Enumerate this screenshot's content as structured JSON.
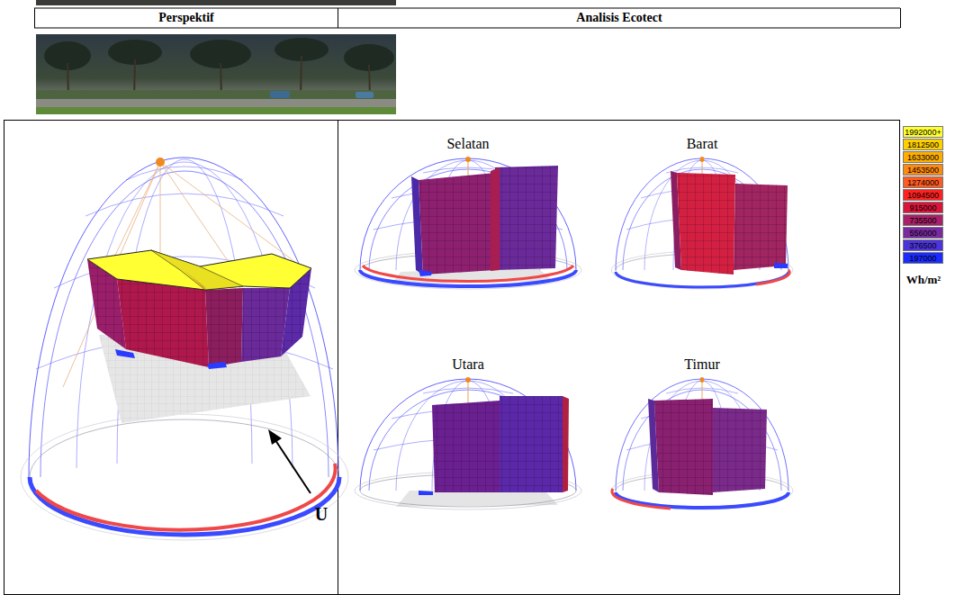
{
  "diagram": {
    "labels": [
      "Perspektif",
      "Analisis Ecotect",
      "U",
      "Selatan",
      "Barat",
      "Utara",
      "Timur",
      "Wh/m²"
    ],
    "legend": [
      {
        "text": "1992000+",
        "color": "#ffff33"
      },
      {
        "text": "1812500",
        "color": "#ffd000"
      },
      {
        "text": "1633000",
        "color": "#ffae00"
      },
      {
        "text": "1453500",
        "color": "#ff8a10"
      },
      {
        "text": "1274000",
        "color": "#ff5a20"
      },
      {
        "text": "1094500",
        "color": "#ff2020"
      },
      {
        "text": "915000",
        "color": "#d8163c"
      },
      {
        "text": "735500",
        "color": "#a8206a"
      },
      {
        "text": "556000",
        "color": "#7a2aa0"
      },
      {
        "text": "376500",
        "color": "#4c34d8"
      },
      {
        "text": "197000",
        "color": "#1a2cff"
      }
    ]
  }
}
